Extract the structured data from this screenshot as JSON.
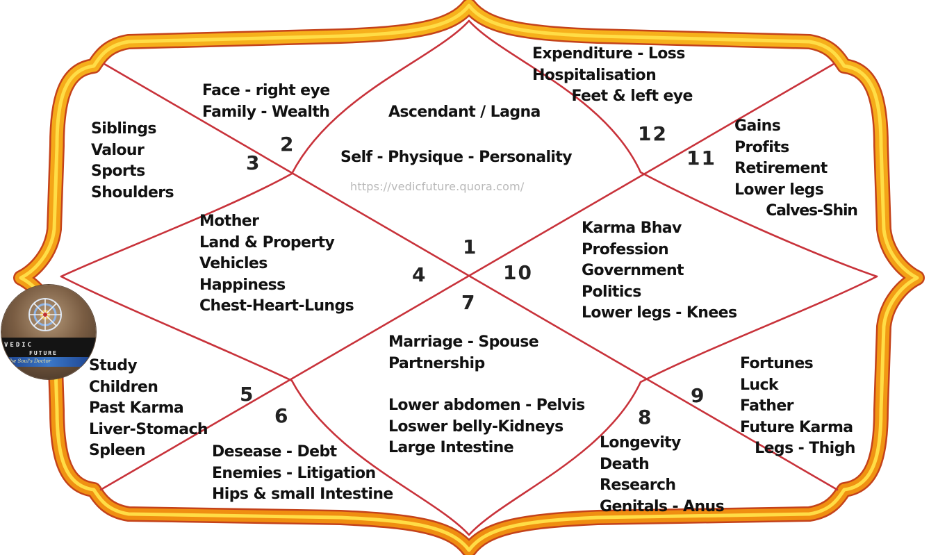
{
  "houses": [
    {
      "id": "h1",
      "number": "1",
      "lines": [
        "Ascendant / Lagna",
        "",
        "Self - Physique - Personality"
      ]
    },
    {
      "id": "h2",
      "number": "2",
      "lines": [
        "Face - right eye",
        "Family -  Wealth"
      ]
    },
    {
      "id": "h3",
      "number": "3",
      "lines": [
        "Siblings",
        "Valour",
        "Sports",
        "Shoulders"
      ]
    },
    {
      "id": "h4",
      "number": "4",
      "lines": [
        "Mother",
        "Land & Property",
        "Vehicles",
        "Happiness",
        "Chest-Heart-Lungs"
      ]
    },
    {
      "id": "h5",
      "number": "5",
      "lines": [
        "Study",
        "Children",
        "Past Karma",
        "Liver-Stomach",
        "Spleen"
      ]
    },
    {
      "id": "h6",
      "number": "6",
      "lines": [
        "Desease - Debt",
        "Enemies - Litigation",
        "Hips & small Intestine"
      ]
    },
    {
      "id": "h7",
      "number": "7",
      "lines": [
        "Marriage - Spouse",
        "Partnership",
        "",
        "Lower abdomen - Pelvis",
        "Loswer belly-Kidneys",
        "Large Intestine"
      ]
    },
    {
      "id": "h8",
      "number": "8",
      "lines": [
        "Longevity",
        "Death",
        "Research",
        "Genitals - Anus"
      ]
    },
    {
      "id": "h9",
      "number": "9",
      "lines": [
        "Fortunes",
        "Luck",
        "Father",
        "Future Karma",
        "   Legs - Thigh"
      ]
    },
    {
      "id": "h10",
      "number": "10",
      "lines": [
        "Karma Bhav",
        "Profession",
        "Government",
        "Politics",
        "Lower legs - Knees"
      ]
    },
    {
      "id": "h11",
      "number": "11",
      "lines": [
        "Gains",
        "Profits",
        "Retirement",
        "Lower legs",
        "       Calves-Shin"
      ]
    },
    {
      "id": "h12",
      "number": "12",
      "lines": [
        "Expenditure - Loss",
        "Hospitalisation",
        "        Feet & left eye"
      ]
    }
  ],
  "watermark": "https://vedicfuture.quora.com/",
  "logo": {
    "brand_top": "VEDIC",
    "brand_bottom": "FUTURE",
    "tagline": "The Soul's Doctor"
  },
  "colors": {
    "frame_outer": "#f0a014",
    "frame_inner": "#ffd93a",
    "frame_edge": "#c4421a",
    "lines": "#c8323a"
  }
}
